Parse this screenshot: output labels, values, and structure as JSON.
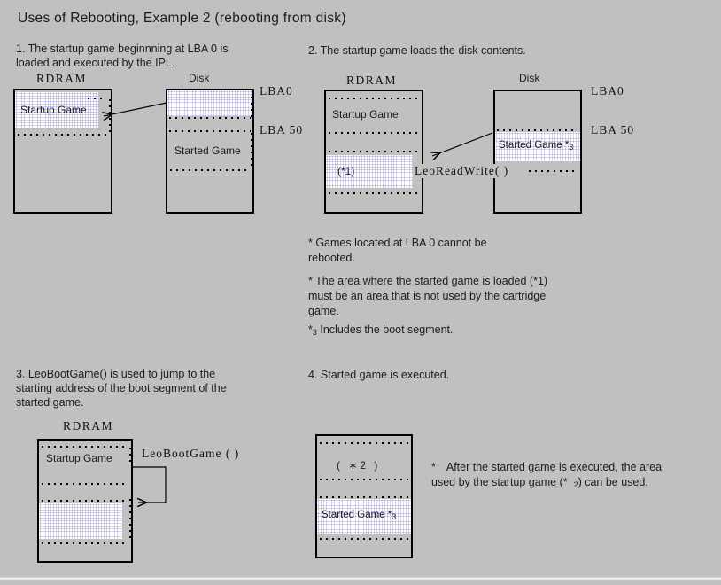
{
  "page": {
    "title": "Uses of Rebooting, Example 2 (rebooting from disk)"
  },
  "colors": {
    "background": "#c0c0c0",
    "line": "#000000",
    "shade_dot": "#aeaede",
    "shade_base": "#ffffff"
  },
  "labels": {
    "rdram": "RDRAM",
    "disk": "Disk",
    "lba0": "LBA0",
    "lba50": "LBA 50",
    "startup_game": "Startup Game",
    "started_game": "Started Game",
    "started_game_star": "Started Game *",
    "sub3": "3",
    "star1": "(*1)",
    "star2_box": "( ∗2 )",
    "leoreadwrite": "LeoReadWrite( )",
    "leobootgame": "LeoBootGame ( )"
  },
  "steps": {
    "step1": {
      "heading": "1. The startup game beginnning at LBA 0 is loaded and executed by the IPL."
    },
    "step2": {
      "heading": "2. The startup game loads the disk contents."
    },
    "step3": {
      "heading": "3. LeoBootGame() is used to jump to the starting address of the boot segment of the started game."
    },
    "step4": {
      "heading": "4. Started game is executed."
    }
  },
  "notes": {
    "note1": "* Games located at LBA 0 cannot be rebooted.",
    "note2": "* The area where the started game is loaded (*1) must be an area that is not used by the cartridge game.",
    "note3": {
      "star": "*",
      "sub": "3",
      "text": " Includes the boot segment."
    },
    "note4": {
      "star": "*",
      "text1": "After the started game is executed, the area used by the startup game (*",
      "sub": "2",
      "text2": ") can be used."
    }
  }
}
